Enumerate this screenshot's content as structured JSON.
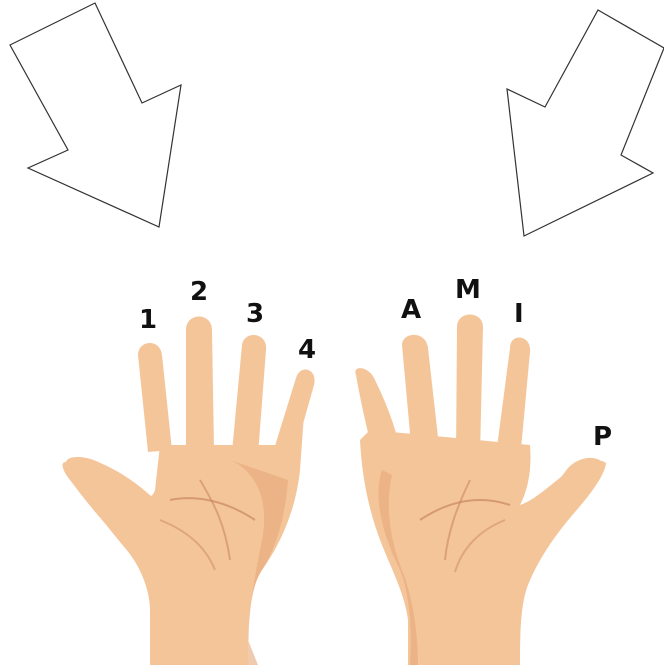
{
  "colors": {
    "background": "#ffffff",
    "arrow_fill": "#ffffff",
    "arrow_stroke": "#333333",
    "skin": "#f5c59a",
    "skin_shadow": "#e6a77a",
    "palm_line": "#c9885f",
    "label": "#111111"
  },
  "arrows": [
    {
      "name": "left-arrow",
      "direction": "down-right"
    },
    {
      "name": "right-arrow",
      "direction": "down-left"
    }
  ],
  "hands": {
    "left": {
      "labels": [
        "1",
        "2",
        "3",
        "4"
      ]
    },
    "right": {
      "labels": [
        "P",
        "I",
        "M",
        "A"
      ]
    }
  }
}
